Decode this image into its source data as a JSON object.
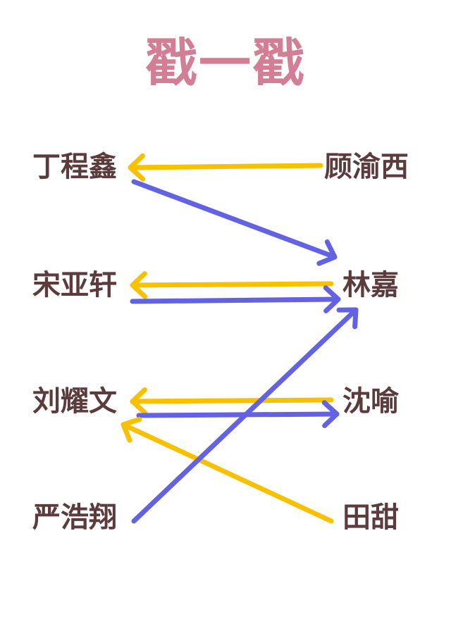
{
  "title": "戳一戳",
  "colors": {
    "title": "#d27f95",
    "names": "#5b3b3b",
    "yellow": "#f7c100",
    "blue": "#6262e2"
  },
  "left_names": [
    "丁程鑫",
    "宋亚轩",
    "刘耀文",
    "严浩翔"
  ],
  "right_names": [
    "顾渝西",
    "林嘉",
    "沈喻",
    "田甜"
  ],
  "arrows": [
    {
      "from": "顾渝西",
      "to": "丁程鑫",
      "color": "yellow"
    },
    {
      "from": "丁程鑫",
      "to": "林嘉",
      "color": "blue"
    },
    {
      "from": "林嘉",
      "to": "宋亚轩",
      "color": "yellow"
    },
    {
      "from": "宋亚轩",
      "to": "林嘉",
      "color": "blue"
    },
    {
      "from": "沈喻",
      "to": "刘耀文",
      "color": "yellow"
    },
    {
      "from": "刘耀文",
      "to": "沈喻",
      "color": "blue"
    },
    {
      "from": "田甜",
      "to": "刘耀文",
      "color": "yellow"
    },
    {
      "from": "严浩翔",
      "to": "林嘉",
      "color": "blue"
    }
  ]
}
